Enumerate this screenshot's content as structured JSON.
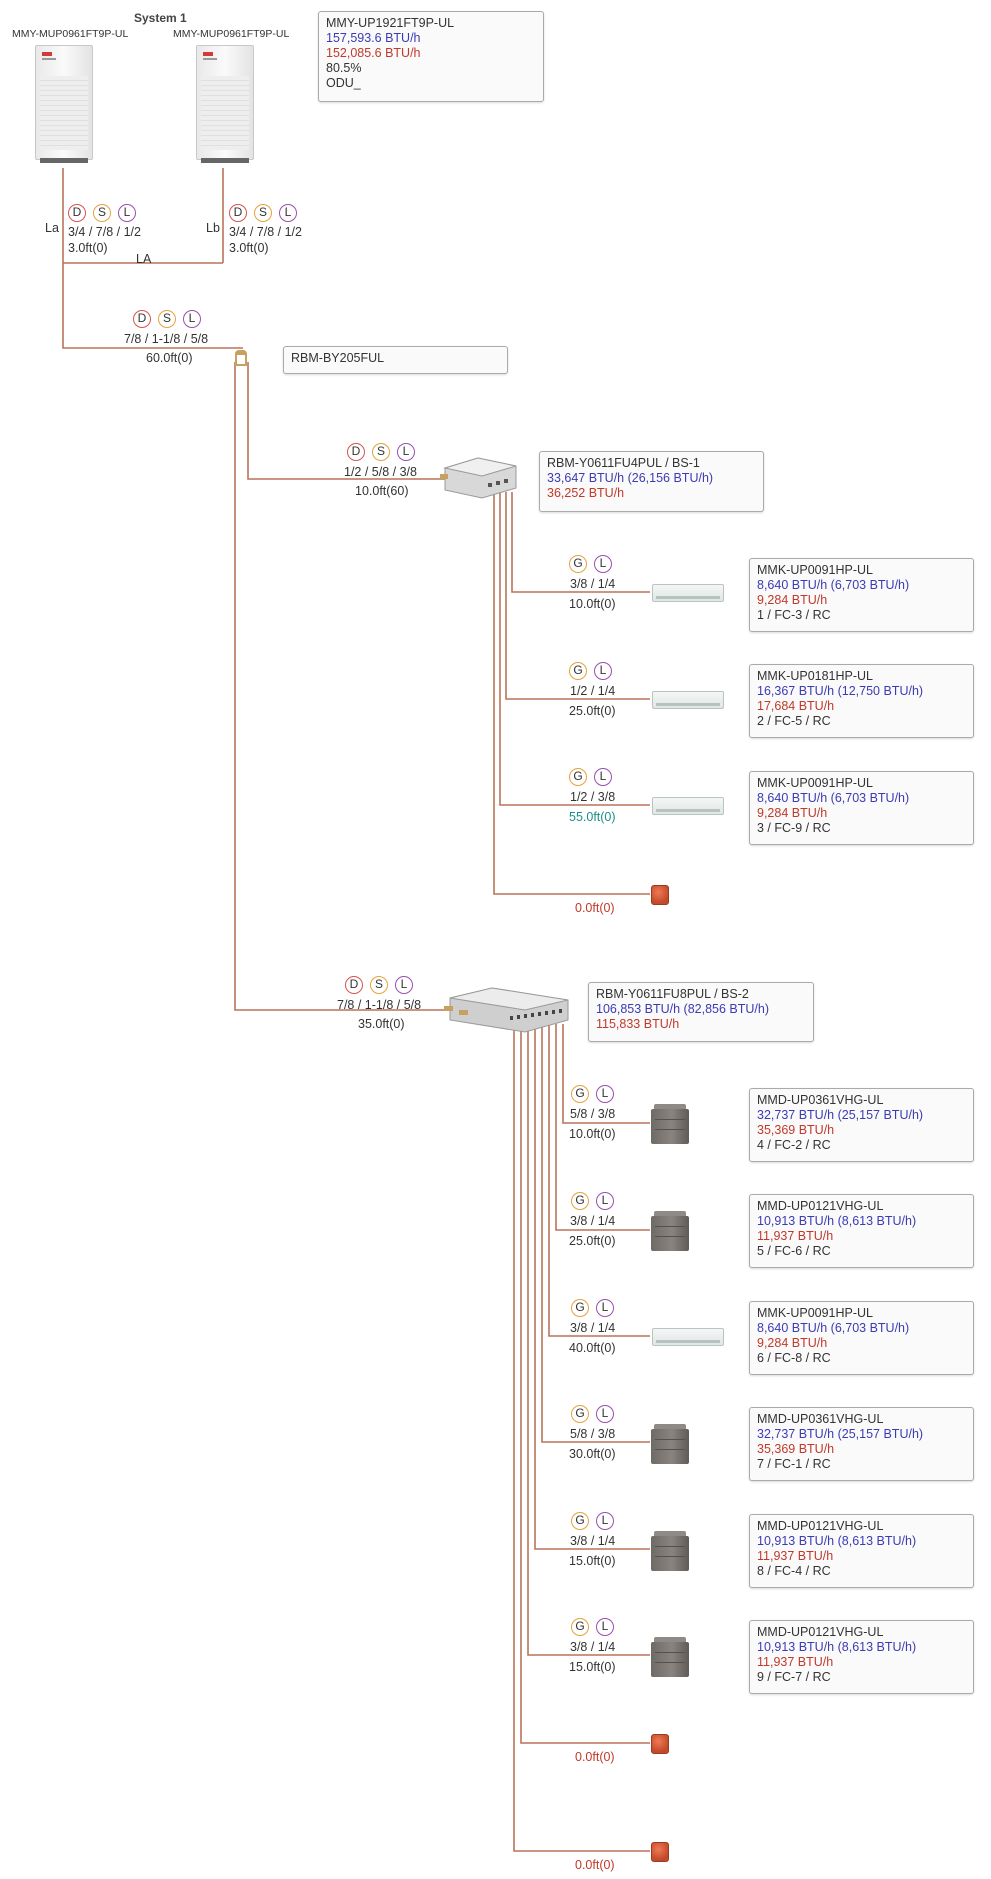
{
  "system": {
    "title": "System 1",
    "odu_a_model": "MMY-MUP0961FT9P-UL",
    "odu_b_model": "MMY-MUP0961FT9P-UL",
    "summary": {
      "model": "MMY-UP1921FT9P-UL",
      "cooling": "157,593.6 BTU/h",
      "heating": "152,085.6 BTU/h",
      "ratio": "80.5%",
      "label": "ODU_"
    }
  },
  "pipes": {
    "la_label": "La",
    "lb_label": "Lb",
    "la_total_label": "LA",
    "la": {
      "size": "3/4 / 7/8 / 1/2",
      "len": "3.0ft(0)"
    },
    "lb": {
      "size": "3/4 / 7/8 / 1/2",
      "len": "3.0ft(0)"
    },
    "main": {
      "size": "7/8 / 1-1/8 / 5/8",
      "len": "60.0ft(0)"
    },
    "bs1": {
      "size": "1/2 / 5/8 / 3/8",
      "len": "10.0ft(60)"
    },
    "bs2": {
      "size": "7/8 / 1-1/8 / 5/8",
      "len": "35.0ft(0)"
    }
  },
  "joint_label": "RBM-BY205FUL",
  "legend_circles": {
    "discharge": "D",
    "suction": "S",
    "liquid": "L",
    "gas": "G"
  },
  "bs1": {
    "model": "RBM-Y0611FU4PUL / BS-1",
    "cooling": "33,647 BTU/h (26,156 BTU/h)",
    "heating": "36,252 BTU/h",
    "units": [
      {
        "size": "3/8 / 1/4",
        "len": "10.0ft(0)",
        "model": "MMK-UP0091HP-UL",
        "cooling": "8,640 BTU/h (6,703 BTU/h)",
        "heating": "9,284 BTU/h",
        "info": "1 / FC-3 / RC"
      },
      {
        "size": "1/2 / 1/4",
        "len": "25.0ft(0)",
        "model": "MMK-UP0181HP-UL",
        "cooling": "16,367 BTU/h (12,750 BTU/h)",
        "heating": "17,684 BTU/h",
        "info": "2 / FC-5 / RC"
      },
      {
        "size": "1/2 / 3/8",
        "len": "55.0ft(0)",
        "model": "MMK-UP0091HP-UL",
        "cooling": "8,640 BTU/h (6,703 BTU/h)",
        "heating": "9,284 BTU/h",
        "info": "3 / FC-9 / RC"
      }
    ],
    "cap_len": "0.0ft(0)"
  },
  "bs2": {
    "model": "RBM-Y0611FU8PUL / BS-2",
    "cooling": "106,853 BTU/h (82,856 BTU/h)",
    "heating": "115,833 BTU/h",
    "units": [
      {
        "size": "5/8 / 3/8",
        "len": "10.0ft(0)",
        "model": "MMD-UP0361VHG-UL",
        "cooling": "32,737 BTU/h (25,157 BTU/h)",
        "heating": "35,369 BTU/h",
        "info": "4 / FC-2 / RC"
      },
      {
        "size": "3/8 / 1/4",
        "len": "25.0ft(0)",
        "model": "MMD-UP0121VHG-UL",
        "cooling": "10,913 BTU/h (8,613 BTU/h)",
        "heating": "11,937 BTU/h",
        "info": "5 / FC-6 / RC"
      },
      {
        "size": "3/8 / 1/4",
        "len": "40.0ft(0)",
        "model": "MMK-UP0091HP-UL",
        "cooling": "8,640 BTU/h (6,703 BTU/h)",
        "heating": "9,284 BTU/h",
        "info": "6 / FC-8 / RC"
      },
      {
        "size": "5/8 / 3/8",
        "len": "30.0ft(0)",
        "model": "MMD-UP0361VHG-UL",
        "cooling": "32,737 BTU/h (25,157 BTU/h)",
        "heating": "35,369 BTU/h",
        "info": "7 / FC-1 / RC"
      },
      {
        "size": "3/8 / 1/4",
        "len": "15.0ft(0)",
        "model": "MMD-UP0121VHG-UL",
        "cooling": "10,913 BTU/h (8,613 BTU/h)",
        "heating": "11,937 BTU/h",
        "info": "8 / FC-4 / RC"
      },
      {
        "size": "3/8 / 1/4",
        "len": "15.0ft(0)",
        "model": "MMD-UP0121VHG-UL",
        "cooling": "10,913 BTU/h (8,613 BTU/h)",
        "heating": "11,937 BTU/h",
        "info": "9 / FC-7 / RC"
      }
    ],
    "cap1_len": "0.0ft(0)",
    "cap2_len": "0.0ft(0)"
  },
  "colors": {
    "pipe": "#b8745a",
    "cooling": "#3b3bb3",
    "heating": "#c0392b",
    "long_pipe": "#1a8f87"
  }
}
